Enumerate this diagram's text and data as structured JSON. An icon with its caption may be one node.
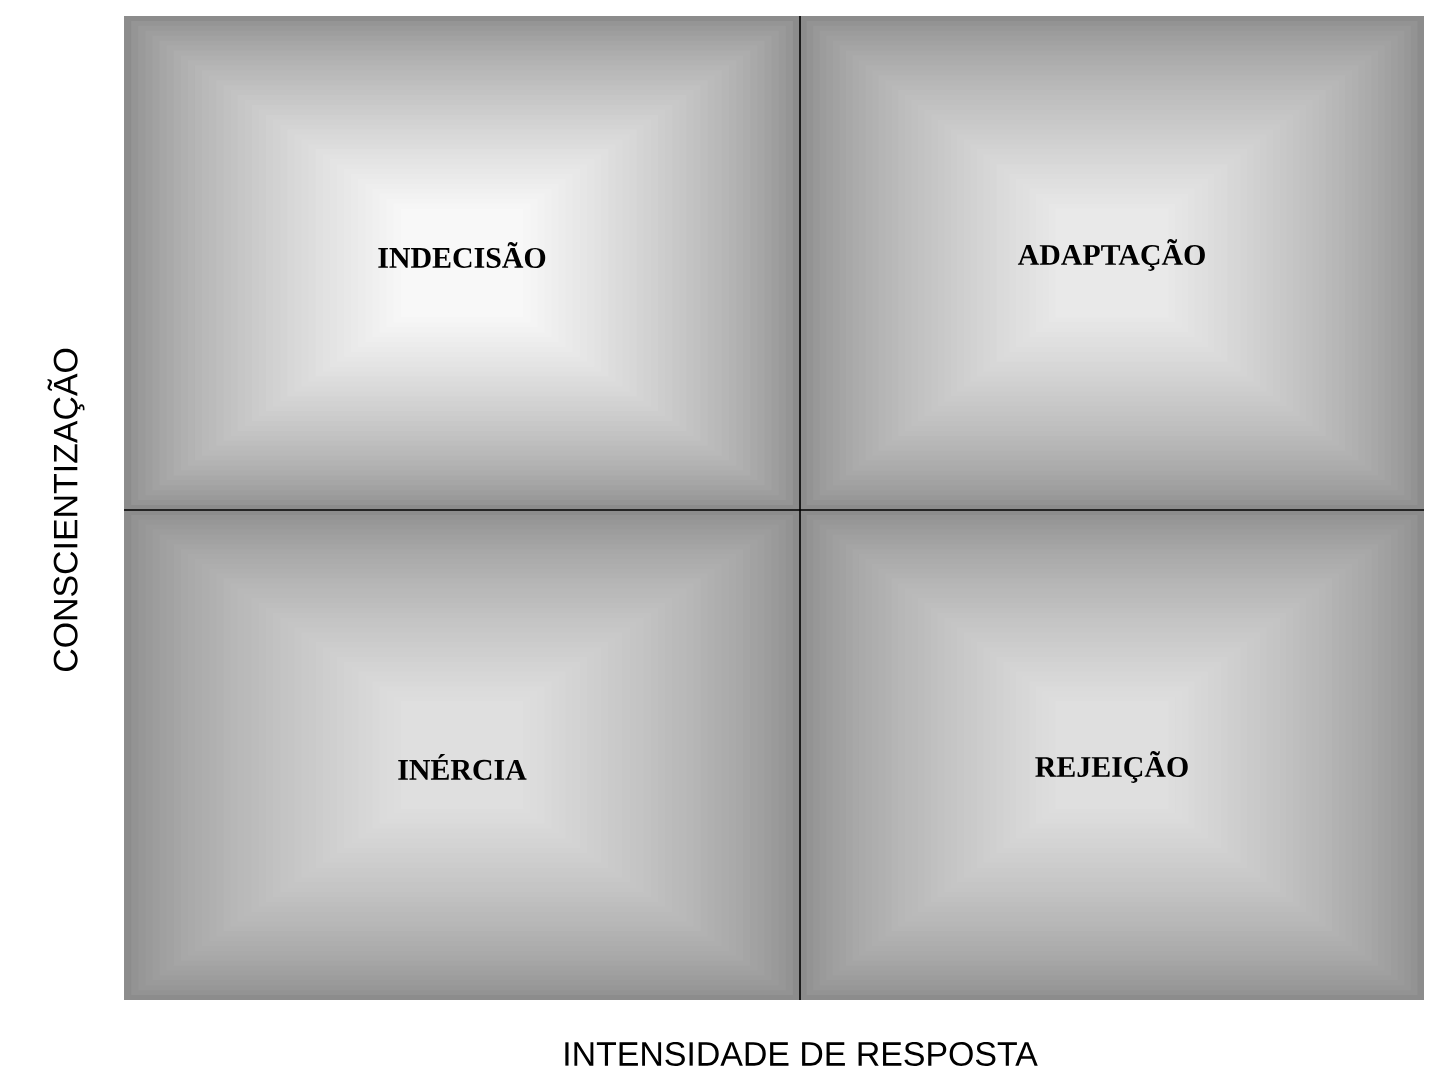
{
  "diagram": {
    "nodes": [
      {
        "text": [
          "INDECISÃO"
        ]
      },
      {
        "text": [
          "ADAPTAÇÃO"
        ]
      },
      {
        "text": [
          "INÉRCIA"
        ]
      },
      {
        "text": [
          "REJEIÇÃO"
        ]
      }
    ],
    "labels": [
      "CONSCIENTIZAÇÃO",
      "INTENSIDADE DE RESPOSTA"
    ]
  }
}
